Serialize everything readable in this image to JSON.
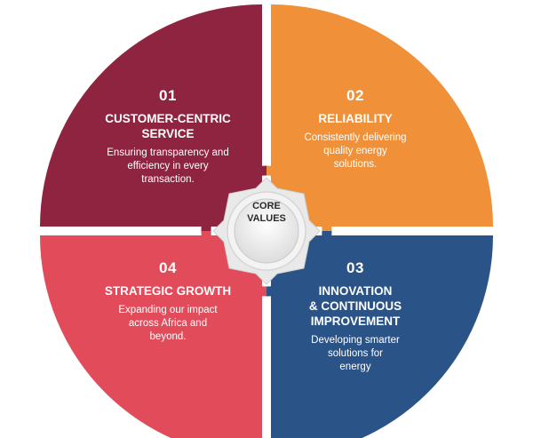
{
  "center": {
    "label_line1": "CORE",
    "label_line2": "VALUES"
  },
  "colors": {
    "customer_centric": "#8e2440",
    "reliability": "#f0913a",
    "innovation": "#2a5488",
    "strategic_growth": "#e24b5a"
  },
  "quadrants": [
    {
      "number": "01",
      "title_line1": "CUSTOMER-CENTRIC",
      "title_line2": "SERVICE",
      "desc_line1": "Ensuring transparency and",
      "desc_line2": "efficiency in every",
      "desc_line3": "transaction."
    },
    {
      "number": "02",
      "title_line1": "RELIABILITY",
      "desc_line1": "Consistently delivering",
      "desc_line2": "quality energy",
      "desc_line3": "solutions."
    },
    {
      "number": "03",
      "title_line1": "INNOVATION",
      "title_line2": "& CONTINUOUS",
      "title_line3": "IMPROVEMENT",
      "desc_line1": "Developing smarter",
      "desc_line2": "solutions for",
      "desc_line3": "energy"
    },
    {
      "number": "04",
      "title_line1": "STRATEGIC GROWTH",
      "desc_line1": "Expanding our impact",
      "desc_line2": "across Africa and",
      "desc_line3": "beyond."
    }
  ]
}
